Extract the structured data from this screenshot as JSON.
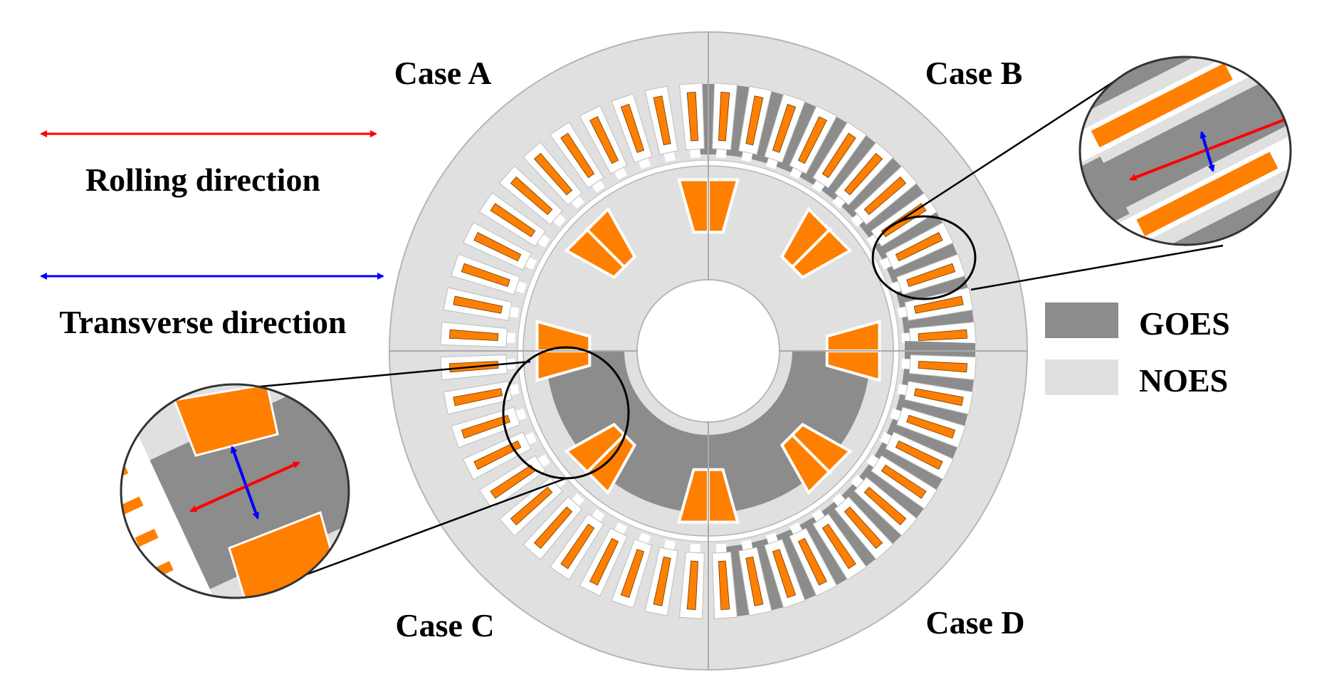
{
  "case_labels": {
    "a": "Case A",
    "b": "Case B",
    "c": "Case C",
    "d": "Case D"
  },
  "directions": {
    "rolling": {
      "label": "Rolling direction",
      "color": "#ff0000"
    },
    "transverse": {
      "label": "Transverse direction",
      "color": "#0000ff"
    }
  },
  "legend": [
    {
      "label": "GOES",
      "color": "#8c8c8c"
    },
    {
      "label": "NOES",
      "color": "#e0e0e0"
    }
  ],
  "colors": {
    "magnet": "#ff7f00",
    "goes": "#8c8c8c",
    "noes": "#e0e0e0",
    "slot": "#ffffff",
    "outline": "#000000"
  },
  "quadrant_materials": {
    "case_a": {
      "stator": "NOES",
      "rotor": "NOES"
    },
    "case_b": {
      "stator": "GOES",
      "rotor": "NOES"
    },
    "case_c": {
      "stator": "NOES",
      "rotor": "GOES"
    },
    "case_d": {
      "stator": "GOES",
      "rotor": "GOES"
    }
  }
}
